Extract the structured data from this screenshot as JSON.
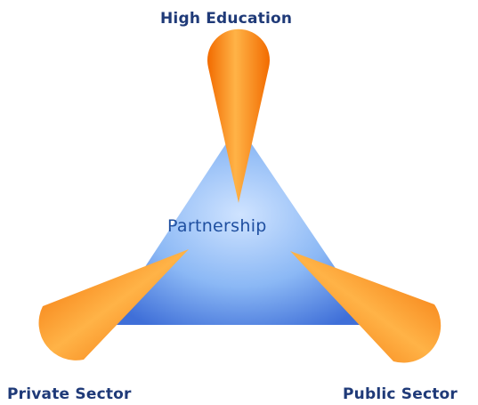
{
  "diagram": {
    "center_label": "Partnership",
    "nodes": [
      {
        "label": "High Education"
      },
      {
        "label": "Private Sector"
      },
      {
        "label": "Public Sector"
      }
    ],
    "colors": {
      "triangle_light": "#cfe3ff",
      "triangle_mid": "#8bb8f5",
      "triangle_dark": "#3f6fd8",
      "cone_light": "#ffb347",
      "cone_dark": "#f26b00",
      "text": "#1f3a78"
    }
  }
}
